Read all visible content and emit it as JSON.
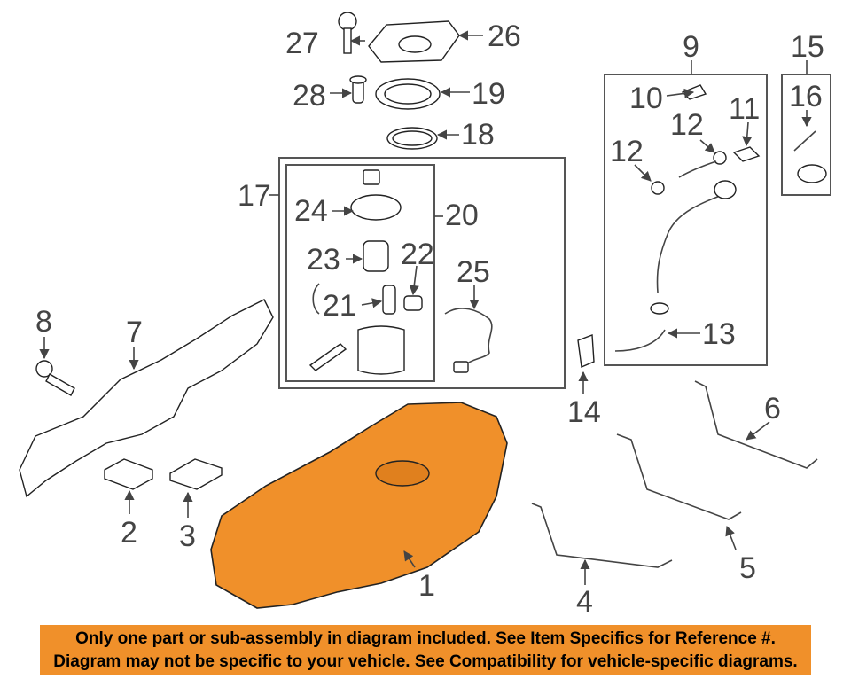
{
  "callouts": {
    "c1": "1",
    "c2": "2",
    "c3": "3",
    "c4": "4",
    "c5": "5",
    "c6": "6",
    "c7": "7",
    "c8": "8",
    "c9": "9",
    "c10": "10",
    "c11": "11",
    "c12a": "12",
    "c12b": "12",
    "c13": "13",
    "c14": "14",
    "c15": "15",
    "c16": "16",
    "c17": "17",
    "c18": "18",
    "c19": "19",
    "c20": "20",
    "c21": "21",
    "c22": "22",
    "c23": "23",
    "c24": "24",
    "c25": "25",
    "c26": "26",
    "c27": "27",
    "c28": "28"
  },
  "footer": {
    "line1": "Only one part or sub-assembly in diagram included. See Item Specifics for Reference #.",
    "line2": "Diagram may not be specific to your vehicle. See Compatibility for vehicle-specific diagrams."
  },
  "colors": {
    "tank": "#f0902a",
    "banner": "#f0902a",
    "line": "#444444"
  }
}
